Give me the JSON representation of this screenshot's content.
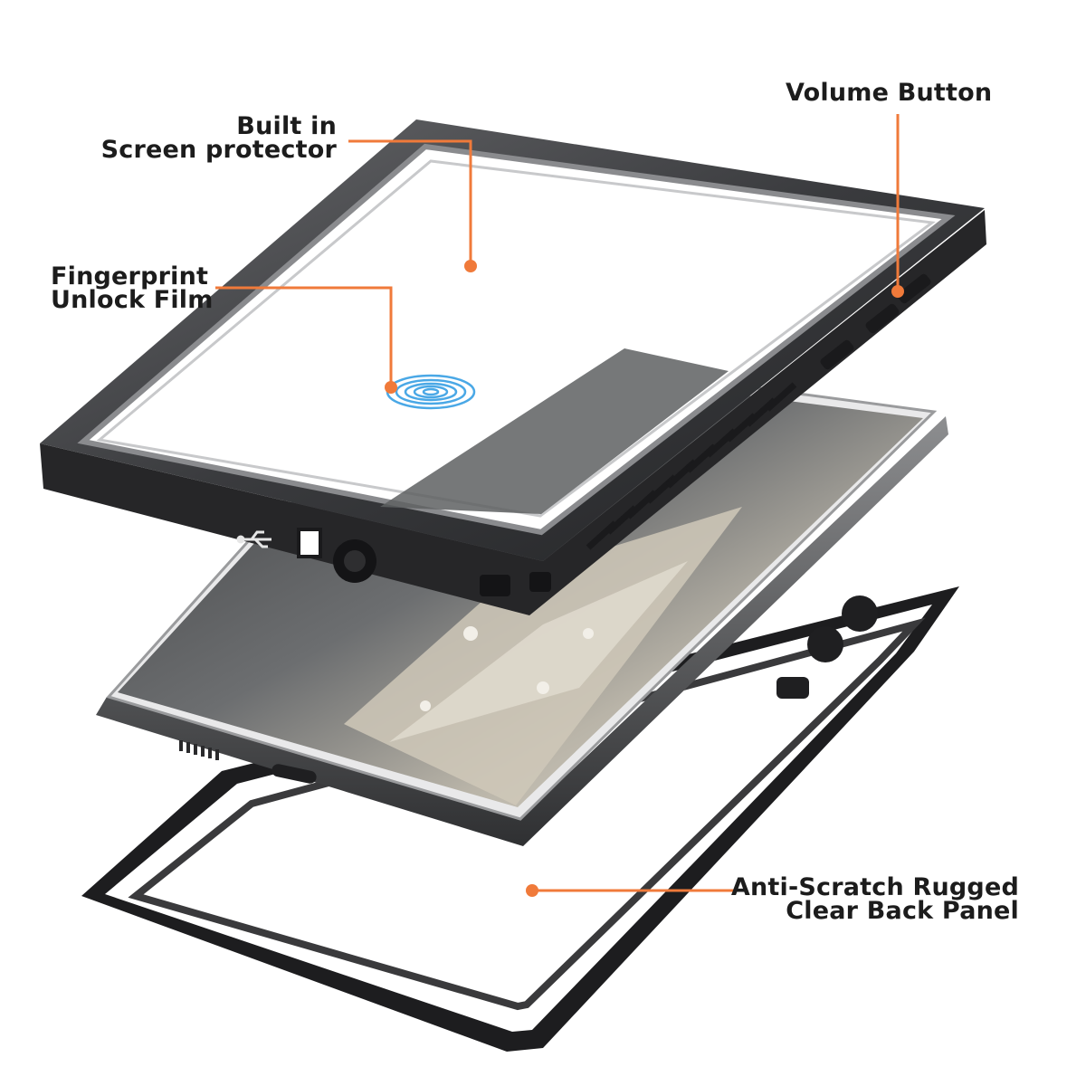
{
  "callouts": {
    "built_in": {
      "line1": "Built in",
      "line2": "Screen protector"
    },
    "fingerprint": {
      "line1": "Fingerprint",
      "line2": "Unlock Film"
    },
    "volume": {
      "line1": "Volume Button"
    },
    "back_panel": {
      "line1": "Anti-Scratch Rugged",
      "line2": "Clear Back Panel"
    }
  },
  "colors": {
    "accent": "#f07a3a",
    "frame_dark": "#2d2d2f",
    "frame_mid": "#5c5d60",
    "fingerprint": "#4aa8e6",
    "background": "#ffffff"
  },
  "icons": [
    "usb-icon",
    "fingerprint-icon"
  ]
}
